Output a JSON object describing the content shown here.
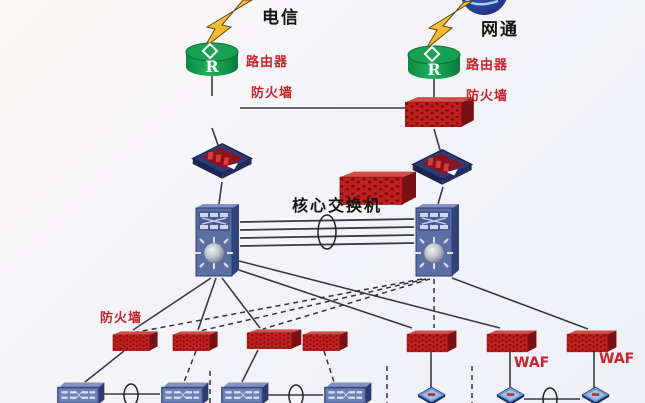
{
  "labels": {
    "isp_left": "电信",
    "isp_right": "网通",
    "router_left": "路由器",
    "router_right": "路由器",
    "router_letter_left": "R",
    "router_letter_right": "R",
    "firewall_top_left": "防火墙",
    "firewall_top_right": "防火墙",
    "core_switch": "核心交换机",
    "firewall_lower": "防火墙",
    "waf_1": "WAF",
    "waf_2": "WAF"
  },
  "colors": {
    "background": "#f4f4f8",
    "label_black": "#15150f",
    "label_red": "#c8232c",
    "firewall_red": "#c2201f",
    "firewall_side_red": "#7a1013",
    "router_green": "#149a4e",
    "core_switch_blue": "#5b6fa5",
    "switch_navy": "#2c3d78",
    "bolt_yellow": "#f2a817",
    "globe_blue": "#273b8e",
    "line_dark": "#3b3b3b"
  }
}
